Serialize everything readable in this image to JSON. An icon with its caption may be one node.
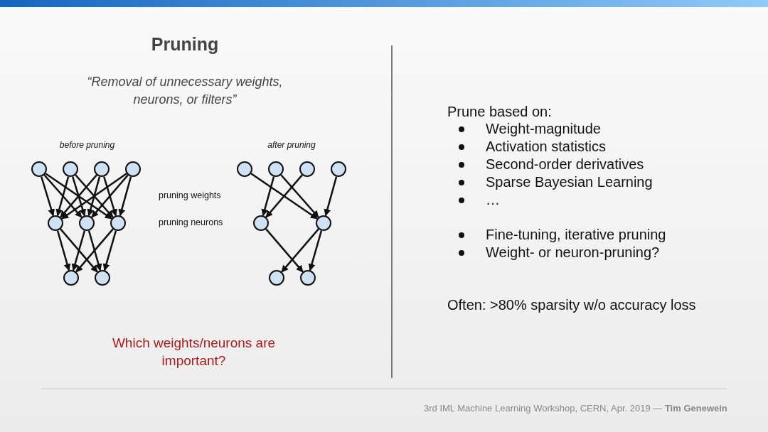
{
  "diagram": {
    "title": "Pruning",
    "nodes": [
      {
        "text": [],
        "shape": "circle"
      },
      {
        "text": [],
        "shape": "circle"
      },
      {
        "text": [],
        "shape": "circle"
      },
      {
        "text": [],
        "shape": "circle"
      },
      {
        "text": [],
        "shape": "circle"
      },
      {
        "text": [],
        "shape": "circle"
      },
      {
        "text": [],
        "shape": "circle"
      },
      {
        "text": [],
        "shape": "circle"
      },
      {
        "text": [],
        "shape": "circle"
      },
      {
        "text": [],
        "shape": "circle"
      },
      {
        "text": [],
        "shape": "circle"
      },
      {
        "text": [],
        "shape": "circle"
      },
      {
        "text": [],
        "shape": "circle"
      },
      {
        "text": [],
        "shape": "circle"
      },
      {
        "text": [],
        "shape": "circle"
      },
      {
        "text": [],
        "shape": "circle"
      },
      {
        "text": [],
        "shape": "circle"
      }
    ],
    "edges": [
      {
        "from": 0,
        "to": 4,
        "arrow": "to"
      },
      {
        "from": 0,
        "to": 5,
        "arrow": "to"
      },
      {
        "from": 0,
        "to": 6,
        "arrow": "to"
      },
      {
        "from": 1,
        "to": 4,
        "arrow": "to"
      },
      {
        "from": 1,
        "to": 5,
        "arrow": "to"
      },
      {
        "from": 1,
        "to": 6,
        "arrow": "to"
      },
      {
        "from": 2,
        "to": 4,
        "arrow": "to"
      },
      {
        "from": 2,
        "to": 5,
        "arrow": "to"
      },
      {
        "from": 2,
        "to": 6,
        "arrow": "to"
      },
      {
        "from": 3,
        "to": 4,
        "arrow": "to"
      },
      {
        "from": 3,
        "to": 5,
        "arrow": "to"
      },
      {
        "from": 3,
        "to": 6,
        "arrow": "to"
      },
      {
        "from": 4,
        "to": 7,
        "arrow": "to"
      },
      {
        "from": 4,
        "to": 8,
        "arrow": "to"
      },
      {
        "from": 5,
        "to": 7,
        "arrow": "to"
      },
      {
        "from": 5,
        "to": 8,
        "arrow": "to"
      },
      {
        "from": 6,
        "to": 7,
        "arrow": "to"
      },
      {
        "from": 6,
        "to": 8,
        "arrow": "to"
      },
      {
        "from": 9,
        "to": 14,
        "arrow": "to"
      },
      {
        "from": 10,
        "to": 13,
        "arrow": "to"
      },
      {
        "from": 10,
        "to": 14,
        "arrow": "to"
      },
      {
        "from": 11,
        "to": 13,
        "arrow": "to"
      },
      {
        "from": 12,
        "to": 14,
        "arrow": "to"
      },
      {
        "from": 13,
        "to": 16,
        "arrow": "to"
      },
      {
        "from": 14,
        "to": 15,
        "arrow": "to"
      },
      {
        "from": 14,
        "to": 16,
        "arrow": "to"
      }
    ],
    "labels": [
      "“Removal of unnecessary weights, neurons, or filters”",
      "before pruning",
      "after pruning",
      "pruning weights",
      "pruning neurons",
      "Which weights/neurons are important?",
      "Prune based on:",
      "Weight-magnitude",
      "Activation statistics",
      "Second-order derivatives",
      "Sparse Bayesian Learning",
      "…",
      "Fine-tuning, iterative pruning",
      "Weight- or neuron-pruning?",
      "Often: >80% sparsity w/o accuracy loss",
      "3rd IML Machine Learning Workshop, CERN, Apr. 2019 — **Tim Genewein**"
    ]
  }
}
